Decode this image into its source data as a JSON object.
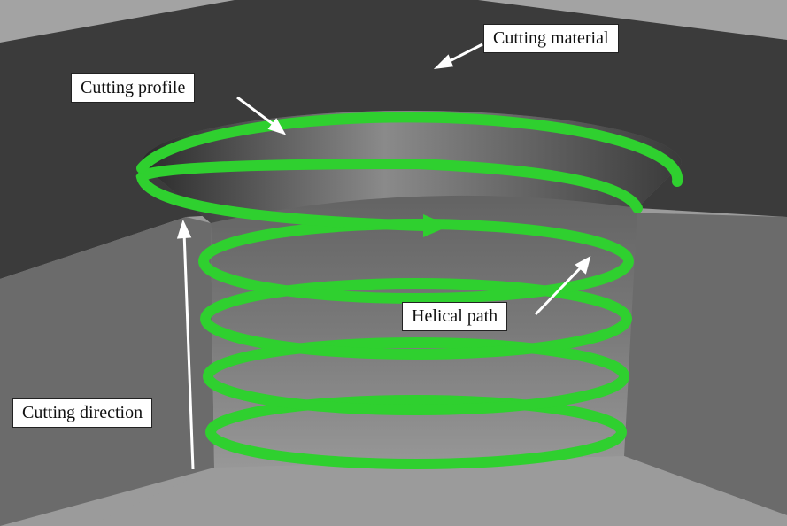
{
  "labels": {
    "cutting_material": "Cutting material",
    "cutting_profile": "Cutting profile",
    "helical_path": "Helical path",
    "cutting_direction": "Cutting direction"
  },
  "colors": {
    "material_top": "#3b3b3b",
    "material_side": "#6b6b6b",
    "floor": "#9b9b9b",
    "helix": "#2fd02f"
  }
}
